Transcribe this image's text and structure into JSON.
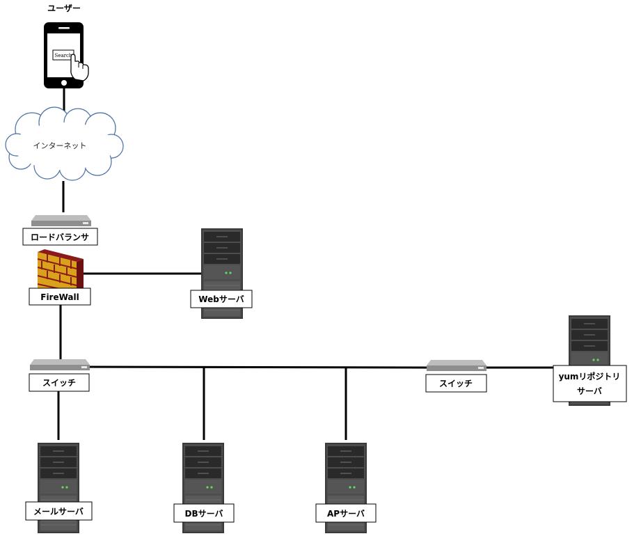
{
  "user": {
    "label": "ユーザー",
    "search_label": "Search"
  },
  "internet": {
    "label": "インターネット"
  },
  "load_balancer": {
    "label": "ロードバランサ"
  },
  "firewall": {
    "label": "FireWall"
  },
  "web_server": {
    "label": "Webサーバ"
  },
  "switch_main": {
    "label": "スイッチ"
  },
  "switch_right": {
    "label": "スイッチ"
  },
  "yum_server": {
    "label_line1": "yumリポジトリ",
    "label_line2": "サーバ"
  },
  "mail_server": {
    "label": "メールサーバ"
  },
  "db_server": {
    "label": "DBサーバ"
  },
  "ap_server": {
    "label": "APサーバ"
  }
}
